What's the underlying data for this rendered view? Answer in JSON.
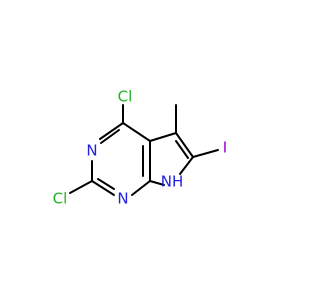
{
  "molecule": {
    "atoms": {
      "cl_top": {
        "label": "Cl",
        "color": "#1fb51f"
      },
      "cl_left": {
        "label": "Cl",
        "color": "#1fb51f"
      },
      "n_upper": {
        "label": "N",
        "color": "#2020e0"
      },
      "n_lower": {
        "label": "N",
        "color": "#2020e0"
      },
      "nh": {
        "label": "NH",
        "color": "#2020e0"
      },
      "iodine": {
        "label": "I",
        "color": "#9400d3"
      }
    },
    "bond_color": "#000000"
  }
}
